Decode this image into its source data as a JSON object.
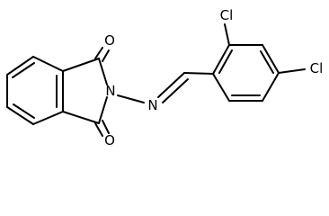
{
  "atoms": {
    "o_top": "O",
    "o_bottom": "O",
    "n_imide": "N",
    "n_imine": "N",
    "cl_ortho": "Cl",
    "cl_para": "Cl"
  },
  "colors": {
    "background": "#ffffff",
    "bond": "#000000",
    "label": "#000000"
  }
}
